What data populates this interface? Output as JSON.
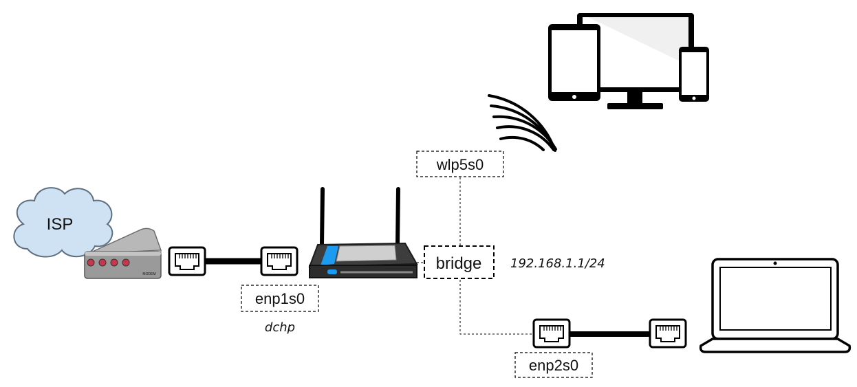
{
  "isp": {
    "label": "ISP"
  },
  "modem": {
    "brand": "MODEM"
  },
  "interfaces": {
    "wan": {
      "name": "enp1s0",
      "note": "dchp"
    },
    "wifi": {
      "name": "wlp5s0"
    },
    "bridge": {
      "name": "bridge",
      "address": "192.168.1.1/24"
    },
    "lan": {
      "name": "enp2s0"
    }
  },
  "colors": {
    "cloud": "#cfe2f3",
    "modem_body": "#9a9a9a",
    "modem_led": "#c8384d",
    "router_accent": "#1d9bf0",
    "ink": "#000000"
  },
  "icons": [
    "cloud-icon",
    "modem-icon",
    "ethernet-port-icon",
    "router-icon",
    "wifi-signal-icon",
    "tablet-icon",
    "monitor-icon",
    "phone-icon",
    "laptop-icon"
  ]
}
